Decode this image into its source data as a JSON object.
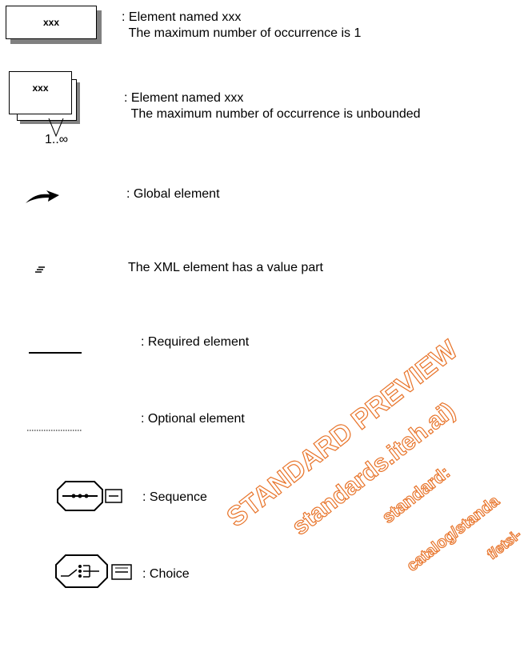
{
  "legend": [
    {
      "symbol": "single-element-box",
      "box_text": "xxx",
      "line1": ": Element named xxx",
      "line2": "  The maximum number of occurrence is 1"
    },
    {
      "symbol": "multi-element-box",
      "box_text": "xxx",
      "occurs": "1..∞",
      "line1": ": Element named xxx",
      "line2": "  The maximum number of occurrence is unbounded"
    },
    {
      "symbol": "global-arrow-icon",
      "line1": ": Global element"
    },
    {
      "symbol": "value-part-icon",
      "line1": "The XML element has a value part"
    },
    {
      "symbol": "solid-line",
      "line1": ": Required element"
    },
    {
      "symbol": "dotted-line",
      "line1": ": Optional element"
    },
    {
      "symbol": "sequence-icon",
      "line1": ": Sequence"
    },
    {
      "symbol": "choice-icon",
      "line1": ": Choice"
    }
  ],
  "watermark": {
    "color": "#e8742a",
    "lines": [
      "STANDARD PREVIEW",
      "standards.iteh.ai)",
      "standard:",
      "catalog/standa",
      "f/etsi-"
    ]
  }
}
